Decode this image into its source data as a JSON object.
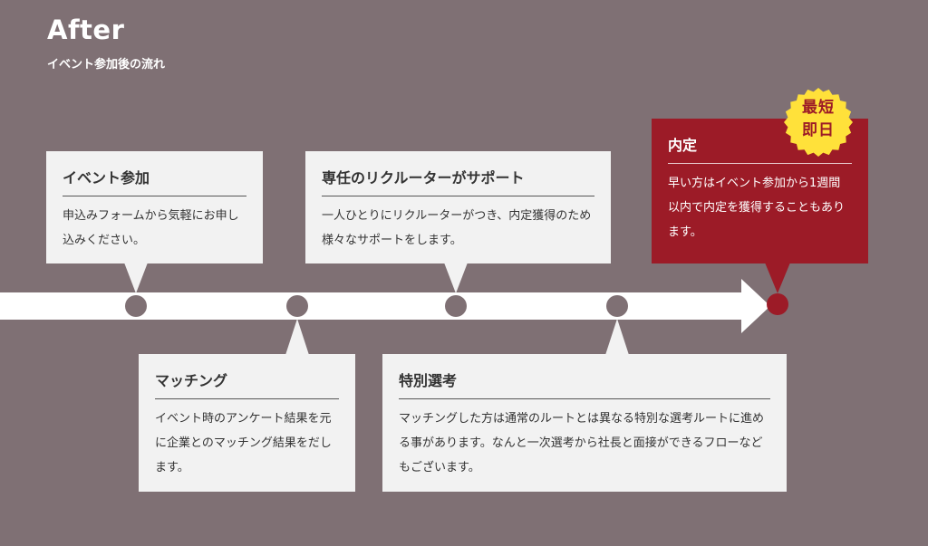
{
  "header": {
    "title": "After",
    "subtitle": "イベント参加後の流れ"
  },
  "steps": [
    {
      "title": "イベント参加",
      "body": "申込みフォームから気軽にお申し込みください。"
    },
    {
      "title": "マッチング",
      "body": "イベント時のアンケート結果を元に企業とのマッチング結果をだします。"
    },
    {
      "title": "専任のリクルーターがサポート",
      "body": "一人ひとりにリクルーターがつき、内定獲得のため様々なサポートをします。"
    },
    {
      "title": "特別選考",
      "body": "マッチングした方は通常のルートとは異なる特別な選考ルートに進める事があります。なんと一次選考から社長と面接ができるフローなどもございます。"
    }
  ],
  "offer": {
    "title": "内定",
    "body": "早い方はイベント参加から1週間以内で内定を獲得することもあります。",
    "badge_line1": "最短",
    "badge_line2": "即日"
  },
  "colors": {
    "background": "#7f7074",
    "card": "#f2f2f2",
    "accent": "#9c1b27",
    "badge": "#ffe13a",
    "arrow": "#ffffff"
  }
}
